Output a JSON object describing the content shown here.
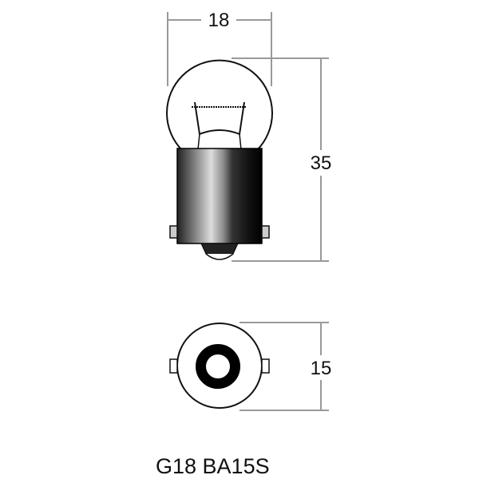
{
  "dimensions": {
    "width_label": "18",
    "height_label": "35",
    "base_diameter_label": "15"
  },
  "title": "G18 BA15S"
}
